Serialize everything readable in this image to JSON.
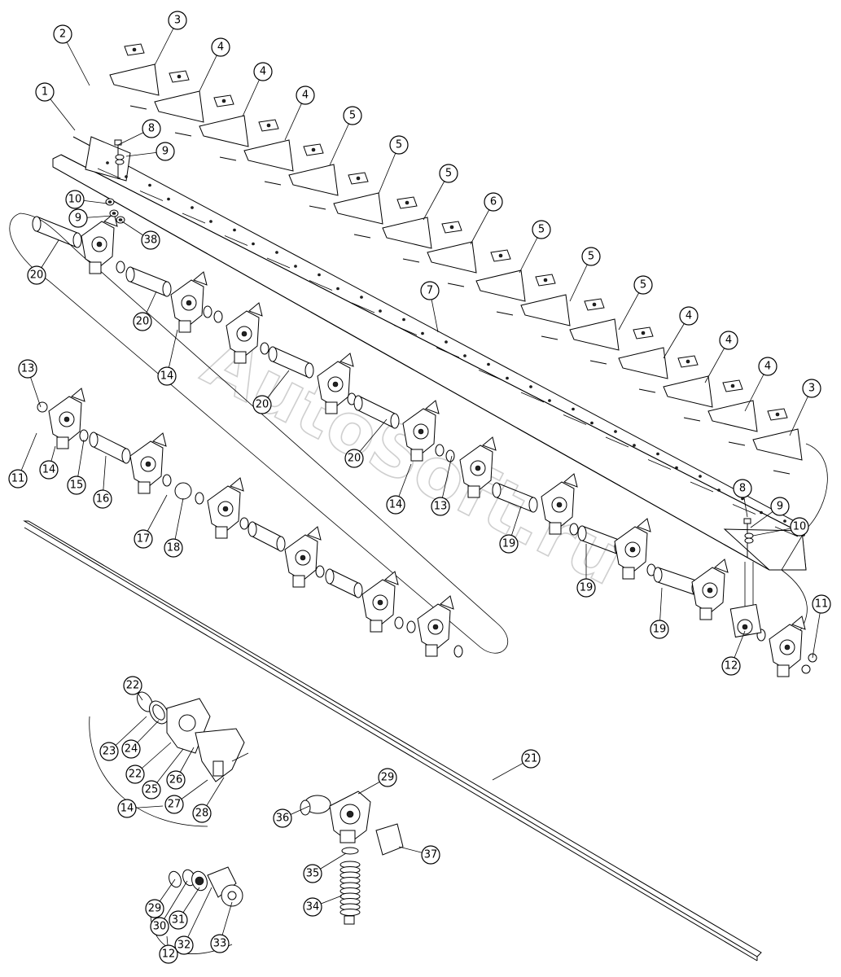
{
  "watermark": "AutoSoft.ru",
  "callouts": [
    "1",
    "2",
    "3",
    "4",
    "5",
    "6",
    "7",
    "8",
    "9",
    "10",
    "11",
    "12",
    "13",
    "14",
    "15",
    "16",
    "17",
    "18",
    "19",
    "20",
    "21",
    "22",
    "23",
    "24",
    "25",
    "26",
    "27",
    "28",
    "29",
    "30",
    "31",
    "32",
    "33",
    "34",
    "35",
    "36",
    "37",
    "38"
  ]
}
